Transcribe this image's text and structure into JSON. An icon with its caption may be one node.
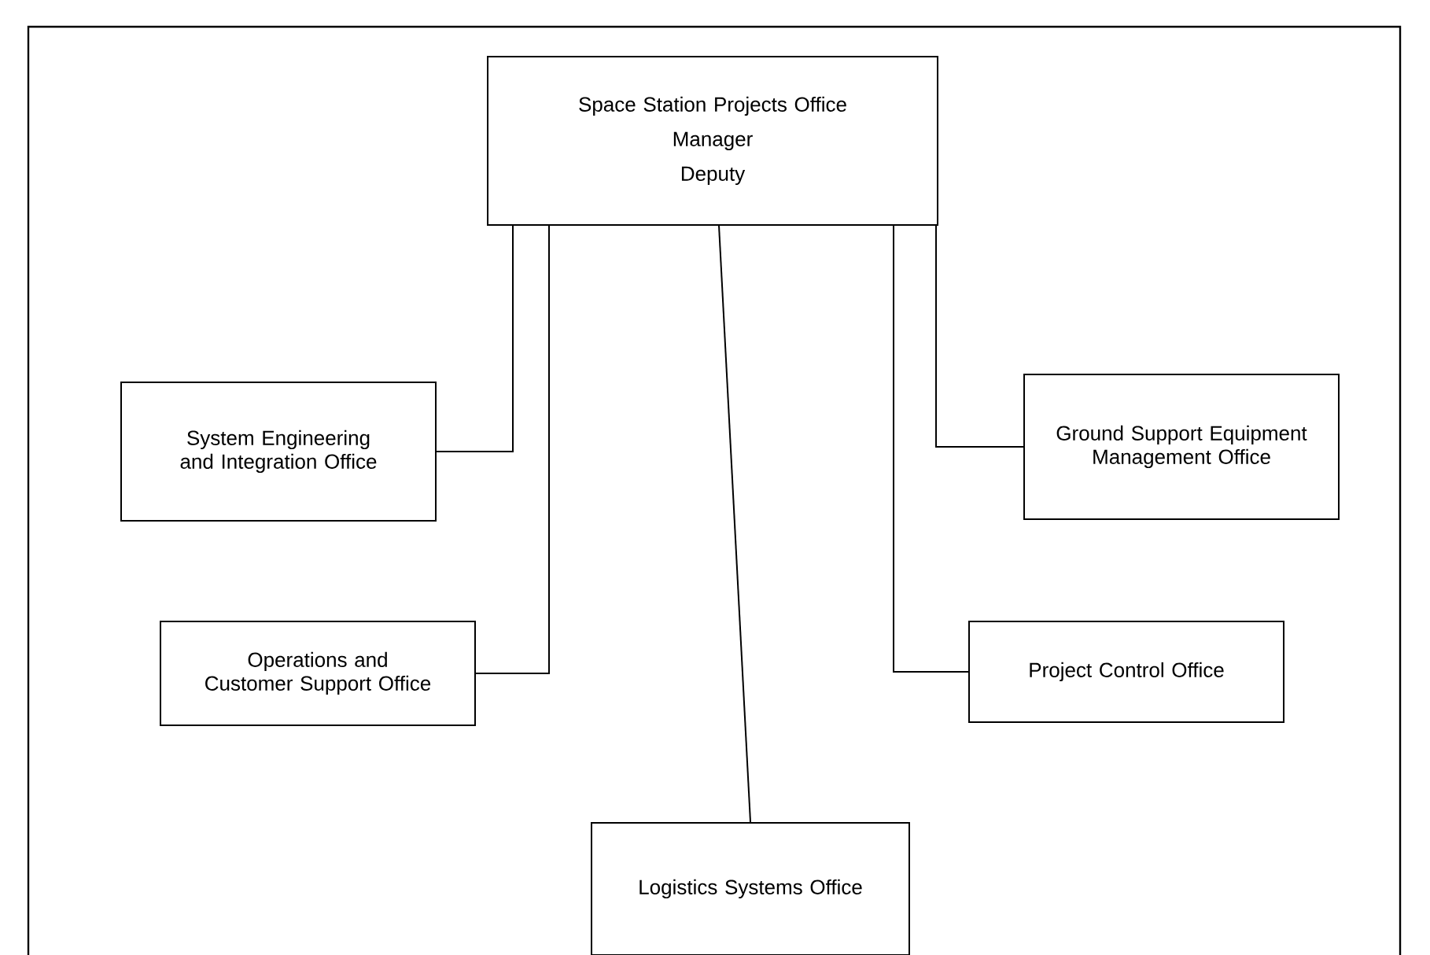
{
  "diagram": {
    "nodes": [
      {
        "text": [
          "Space Station Projects Office",
          "Manager",
          "Deputy"
        ]
      },
      {
        "text": [
          "System Engineering and Integration Office"
        ]
      },
      {
        "text": [
          "Operations and Customer Support Office"
        ]
      },
      {
        "text": [
          "Logistics Systems Office"
        ]
      },
      {
        "text": [
          "Ground Support Equipment Management Office"
        ]
      },
      {
        "text": [
          "Project Control Office"
        ]
      }
    ],
    "edges": [
      {
        "from": 0,
        "to": 1,
        "arrow": "none"
      },
      {
        "from": 0,
        "to": 2,
        "arrow": "none"
      },
      {
        "from": 0,
        "to": 3,
        "arrow": "none"
      },
      {
        "from": 0,
        "to": 4,
        "arrow": "none"
      },
      {
        "from": 0,
        "to": 5,
        "arrow": "none"
      }
    ]
  }
}
